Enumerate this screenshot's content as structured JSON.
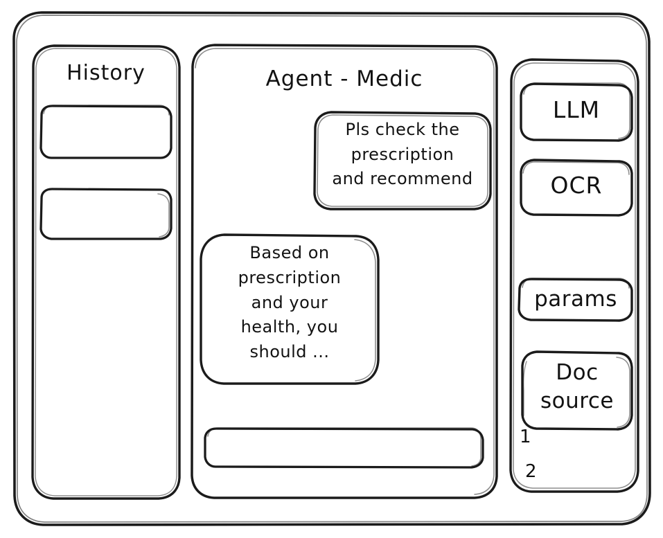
{
  "window": {
    "frame_name": "application-window"
  },
  "sidebar_history": {
    "title": "History",
    "items": [
      {
        "label": ""
      },
      {
        "label": ""
      }
    ]
  },
  "main": {
    "title": "Agent - Medic",
    "messages": [
      {
        "role": "user",
        "text": "Pls check the\nprescription\nand recommend"
      },
      {
        "role": "assistant",
        "text": "Based on\nprescription\nand your\nhealth, you\nshould ..."
      }
    ],
    "composer": {
      "value": "",
      "placeholder": ""
    }
  },
  "tools_panel": {
    "buttons": [
      {
        "label": "LLM"
      },
      {
        "label": "OCR"
      },
      {
        "label": "params"
      },
      {
        "label": "Doc\nsource"
      }
    ],
    "doc_sources": [
      {
        "index": "1"
      },
      {
        "index": "2"
      }
    ]
  },
  "style": {
    "ink": "#1b1b1b",
    "paper": "#ffffff"
  }
}
